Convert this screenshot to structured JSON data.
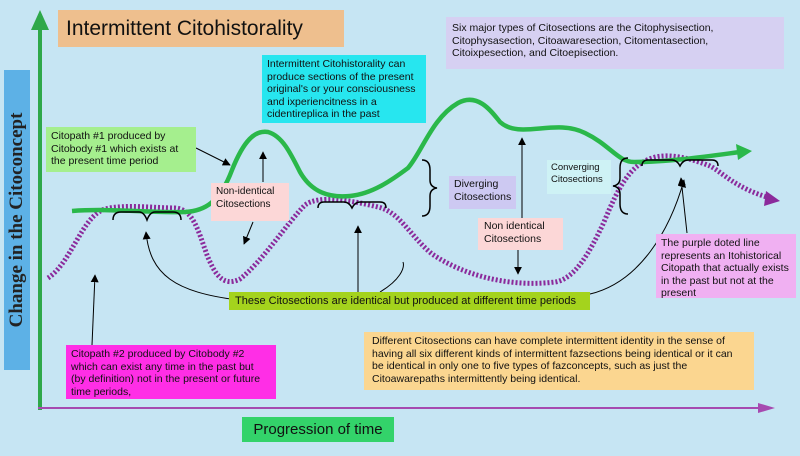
{
  "title": "Intermittent Citohistorality",
  "axes": {
    "y_label": "Change in the Citoconcept",
    "x_label": "Progression of time"
  },
  "colors": {
    "background": "#c6e5f3",
    "axis": "#2ea84a",
    "green_path": "#2ab84a",
    "purple_path": "#8b2a9b"
  },
  "notes": {
    "six_types": "Six major types of Citosections are the Citophysisection, Citophysasection, Citoawaresection, Citomentasection, Citoixpesection, and Citoepisection.",
    "intermittent": "Intermittent Citohistorality can produce sections of the present original's or your consciousness and ixperiencitness in a cidentireplica in the past",
    "citopath1": "Citopath #1 produced by Citobody #1 which exists at the present time period",
    "non_identical_1": "Non-identical Citosections",
    "diverging": "Diverging Citosections",
    "converging": "Converging Citosections",
    "non_identical_2": "Non identical Citosections",
    "purple_line": "The purple doted line represents an Itohistorical Citopath that actually exists in the past but not at the present",
    "identical": "These Citosections are identical but produced at different time periods",
    "citopath2": "Citopath #2 produced by Citobody #2 which can exist any time in the past but (by definition) not in the present or future time periods,",
    "different": "Different Citosections can have complete intermittent identity in the sense of having all six different kinds of intermittent fazsections being identical or it can be identical in only one to five types of fazconcepts, such as just the Citoawarepaths intermittently being identical."
  }
}
